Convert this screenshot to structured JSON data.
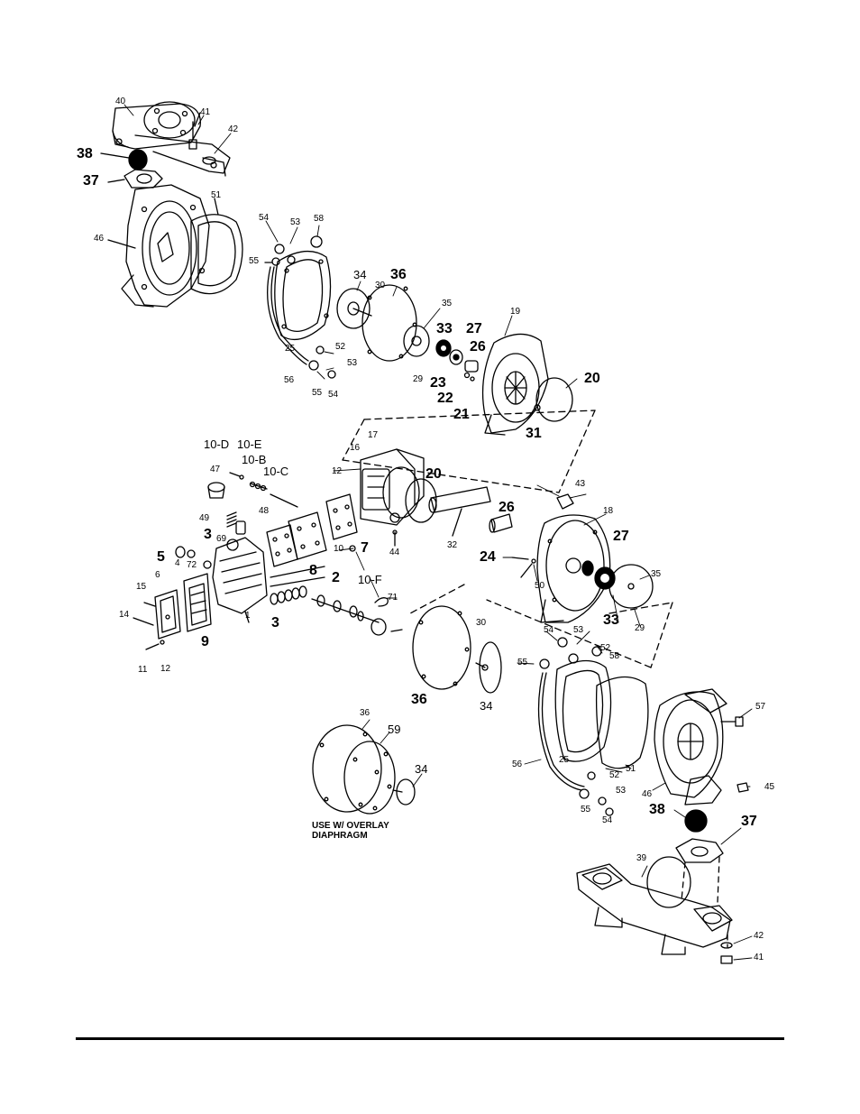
{
  "diagram": {
    "labels": {
      "p40": "40",
      "p41a": "41",
      "p42a": "42",
      "p38a": "38",
      "p37a": "37",
      "p46a": "46",
      "p51a": "51",
      "p54a": "54",
      "p53a": "53",
      "p58a": "58",
      "p55a": "55",
      "p34a": "34",
      "p30a": "30",
      "p36a": "36",
      "p35a": "35",
      "p19": "19",
      "p33a": "33",
      "p27a": "27",
      "p26a": "26",
      "p20a": "20",
      "p25a": "25",
      "p52a": "52",
      "p53b": "53",
      "p56a": "56",
      "p55b": "55",
      "p54b": "54",
      "p29a": "29",
      "p23": "23",
      "p22": "22",
      "p21": "21",
      "p31": "31",
      "p10d": "10-D",
      "p10e": "10-E",
      "p10b": "10-B",
      "p10c": "10-C",
      "p17": "17",
      "p16": "16",
      "p12a": "12",
      "p20b": "20",
      "p43": "43",
      "p47": "47",
      "p26b": "26",
      "p18": "18",
      "p27b": "27",
      "p49": "49",
      "p48": "48",
      "p3a": "3",
      "p69": "69",
      "p5": "5",
      "p4": "4",
      "p72": "72",
      "p10": "10",
      "p7": "7",
      "p44": "44",
      "p32": "32",
      "p24": "24",
      "p50": "50",
      "p35b": "35",
      "p10f": "10-F",
      "p8": "8",
      "p2": "2",
      "p6": "6",
      "p15": "15",
      "p14": "14",
      "p71": "71",
      "p1": "1",
      "p3b": "3",
      "p9": "9",
      "p11": "11",
      "p12b": "12",
      "p33b": "33",
      "p29b": "29",
      "p30b": "30",
      "p54c": "54",
      "p53c": "53",
      "p52b": "52",
      "p58b": "58",
      "p55c": "55",
      "p36b": "36",
      "p34b": "34",
      "p57": "57",
      "p56b": "56",
      "p25b": "25",
      "p52c": "52",
      "p51b": "51",
      "p45": "45",
      "p53d": "53",
      "p55d": "55",
      "p46b": "46",
      "p54d": "54",
      "p38b": "38",
      "p37b": "37",
      "p36c": "36",
      "p59": "59",
      "p34c": "34",
      "p39": "39",
      "p42b": "42",
      "p41b": "41"
    },
    "caption": [
      "USE W/ OVERLAY",
      "DIAPHRAGM"
    ]
  }
}
